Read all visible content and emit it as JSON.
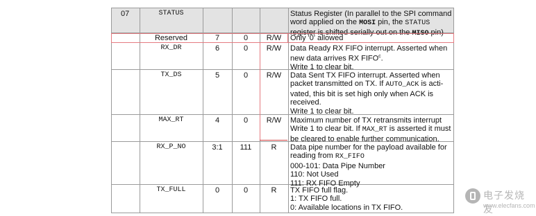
{
  "register": {
    "address": "07",
    "name": "STATUS",
    "description": {
      "pre": "Status Register (In parallel to the SPI command word applied on the ",
      "mosi": "MOSI",
      "mid": " pin, the ",
      "status": "STATUS",
      "mid2": " register is shifted serially out on the ",
      "miso": "MISO",
      "post": " pin)"
    }
  },
  "fields": [
    {
      "name": "Reserved",
      "mono": false,
      "bit": "7",
      "reset": "0",
      "type": "R/W",
      "desc": [
        "Only '0' allowed"
      ]
    },
    {
      "name": "RX_DR",
      "mono": true,
      "bit": "6",
      "reset": "0",
      "type": "R/W",
      "desc": [
        "Data Ready RX FIFO interrupt. Asserted when",
        "new data arrives RX FIFO",
        "Write 1 to clear bit."
      ],
      "sup": "c"
    },
    {
      "name": "TX_DS",
      "mono": true,
      "bit": "5",
      "reset": "0",
      "type": "R/W",
      "desc": [
        "Data Sent TX FIFO interrupt. Asserted when",
        "packet transmitted on TX. If ",
        "AUTO_ACK",
        " is acti-",
        "vated, this bit is set high only when ACK is",
        "received.",
        "Write 1 to clear bit."
      ]
    },
    {
      "name": "MAX_RT",
      "mono": true,
      "bit": "4",
      "reset": "0",
      "type": "R/W",
      "desc": [
        "Maximum number of TX retransmits interrupt",
        "Write 1 to clear bit. If ",
        "MAX_RT",
        " is asserted it must",
        "be cleared to enable further communication."
      ]
    },
    {
      "name": "RX_P_NO",
      "mono": true,
      "bit": "3:1",
      "reset": "111",
      "type": "R",
      "desc": [
        "Data pipe number for the payload available for",
        "reading from ",
        "RX_FIFO",
        "000-101: Data Pipe Number",
        "110: Not Used",
        "111: RX FIFO Empty"
      ]
    },
    {
      "name": "TX_FULL",
      "mono": true,
      "bit": "0",
      "reset": "0",
      "type": "R",
      "desc": [
        "TX FIFO full flag.",
        "1: TX FIFO full.",
        "0: Available locations in TX FIFO."
      ]
    }
  ],
  "watermark": {
    "cn": "电子发烧友",
    "en": "www.elecfans.com"
  }
}
